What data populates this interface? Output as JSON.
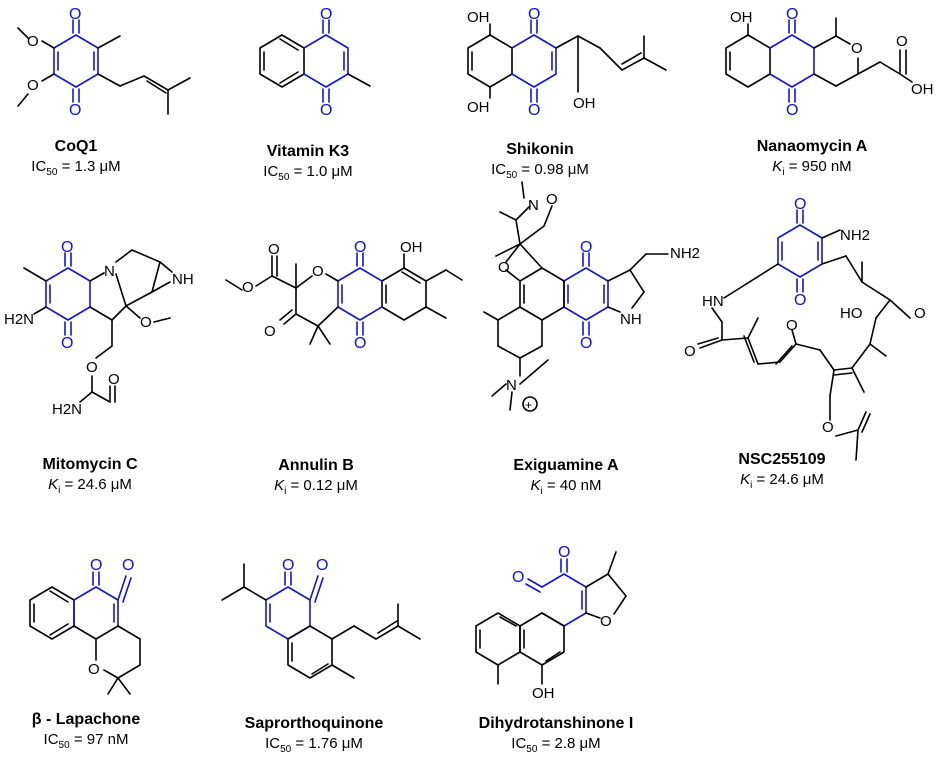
{
  "compounds": [
    {
      "name": "CoQ1",
      "label": "IC",
      "sub": "50",
      "value": "= 1.3 μM"
    },
    {
      "name": "Vitamin K3",
      "label": "IC",
      "sub": "50",
      "value": "= 1.0 μM"
    },
    {
      "name": "Shikonin",
      "label": "IC",
      "sub": "50",
      "value": "= 0.98 μM"
    },
    {
      "name": "Nanaomycin A",
      "label": "K",
      "sub": "i",
      "value": "= 950 nM"
    },
    {
      "name": "Mitomycin C",
      "label": "K",
      "sub": "i",
      "value": "= 24.6 μM"
    },
    {
      "name": "Annulin B",
      "label": "K",
      "sub": "i",
      "value": "= 0.12 μM"
    },
    {
      "name": "Exiguamine A",
      "label": "K",
      "sub": "i",
      "value": "=  40 nM"
    },
    {
      "name": "NSC255109",
      "label": "K",
      "sub": "i",
      "value": "= 24.6 μM"
    },
    {
      "name": "β - Lapachone",
      "label": "IC",
      "sub": "50",
      "value": "= 97 nM"
    },
    {
      "name": "Saprorthoquinone",
      "label": "IC",
      "sub": "50",
      "value": "= 1.76 μM"
    },
    {
      "name": "Dihydrotanshinone I",
      "label": "IC",
      "sub": "50",
      "value": "= 2.8 μM"
    }
  ],
  "atom_labels": {
    "oh": "OH",
    "o": "O",
    "nh": "NH",
    "h2n": "H2N",
    "nh2": "NH2",
    "n": "N",
    "hn": "HN",
    "ho": "HO",
    "plus": "+"
  },
  "colors": {
    "quinone": "#1515cc",
    "bonds": "#000000"
  }
}
